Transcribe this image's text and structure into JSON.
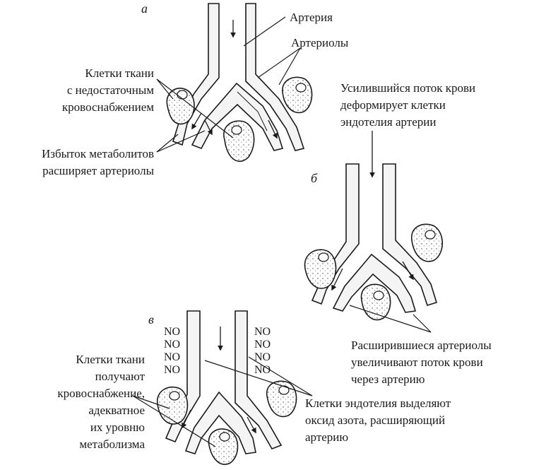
{
  "panels": {
    "a": "а",
    "b": "б",
    "v": "в"
  },
  "labels": {
    "artery": "Артерия",
    "arterioles": "Артериолы",
    "tissue_cells_poor": [
      "Клетки ткани",
      "с недостаточным",
      "кровоснабжением"
    ],
    "metabolites": [
      "Избыток метаболитов",
      "расширяет артериолы"
    ],
    "flow_deforms": [
      "Усилившийся поток крови",
      "деформирует клетки",
      "эндотелия артерии"
    ],
    "dilated_arterioles": [
      "Расширившиеся артериолы",
      "увеличивают поток крови",
      "через артерию"
    ],
    "tissue_cells_ok": [
      "Клетки ткани",
      "получают",
      "кровоснабжение,",
      "адекватное",
      "их уровню",
      "метаболизма"
    ],
    "endothelium_no": [
      "Клетки эндотелия выделяют",
      "оксид азота, расширяющий",
      "артерию"
    ]
  },
  "no_label": "NO"
}
